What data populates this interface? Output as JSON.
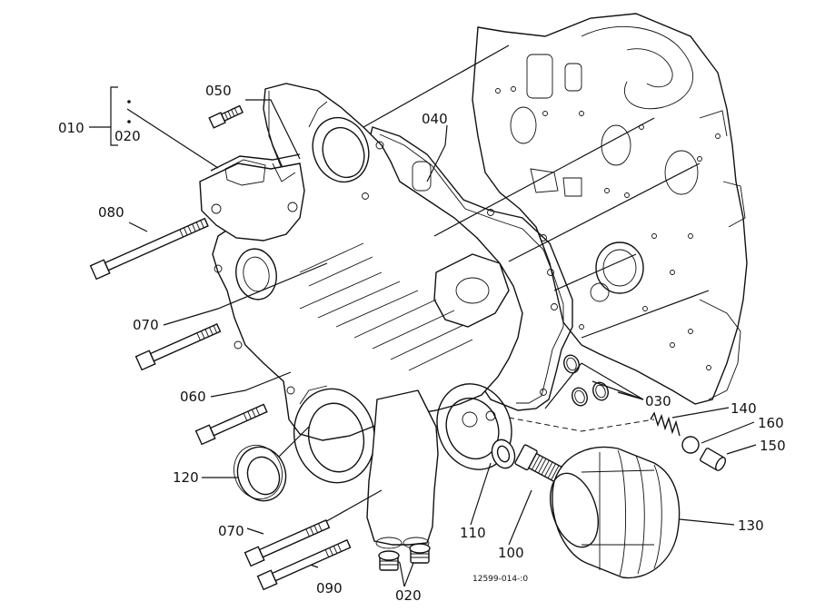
{
  "labels": {
    "l010": "010",
    "l020a": "020",
    "l050": "050",
    "l040": "040",
    "l080": "080",
    "l070a": "070",
    "l060": "060",
    "l120": "120",
    "l070b": "070",
    "l090": "090",
    "l020b": "020",
    "l110": "110",
    "l100": "100",
    "l130": "130",
    "l030": "030",
    "l140": "140",
    "l160": "160",
    "l150": "150"
  },
  "drawing_number": "12599-014-:0"
}
